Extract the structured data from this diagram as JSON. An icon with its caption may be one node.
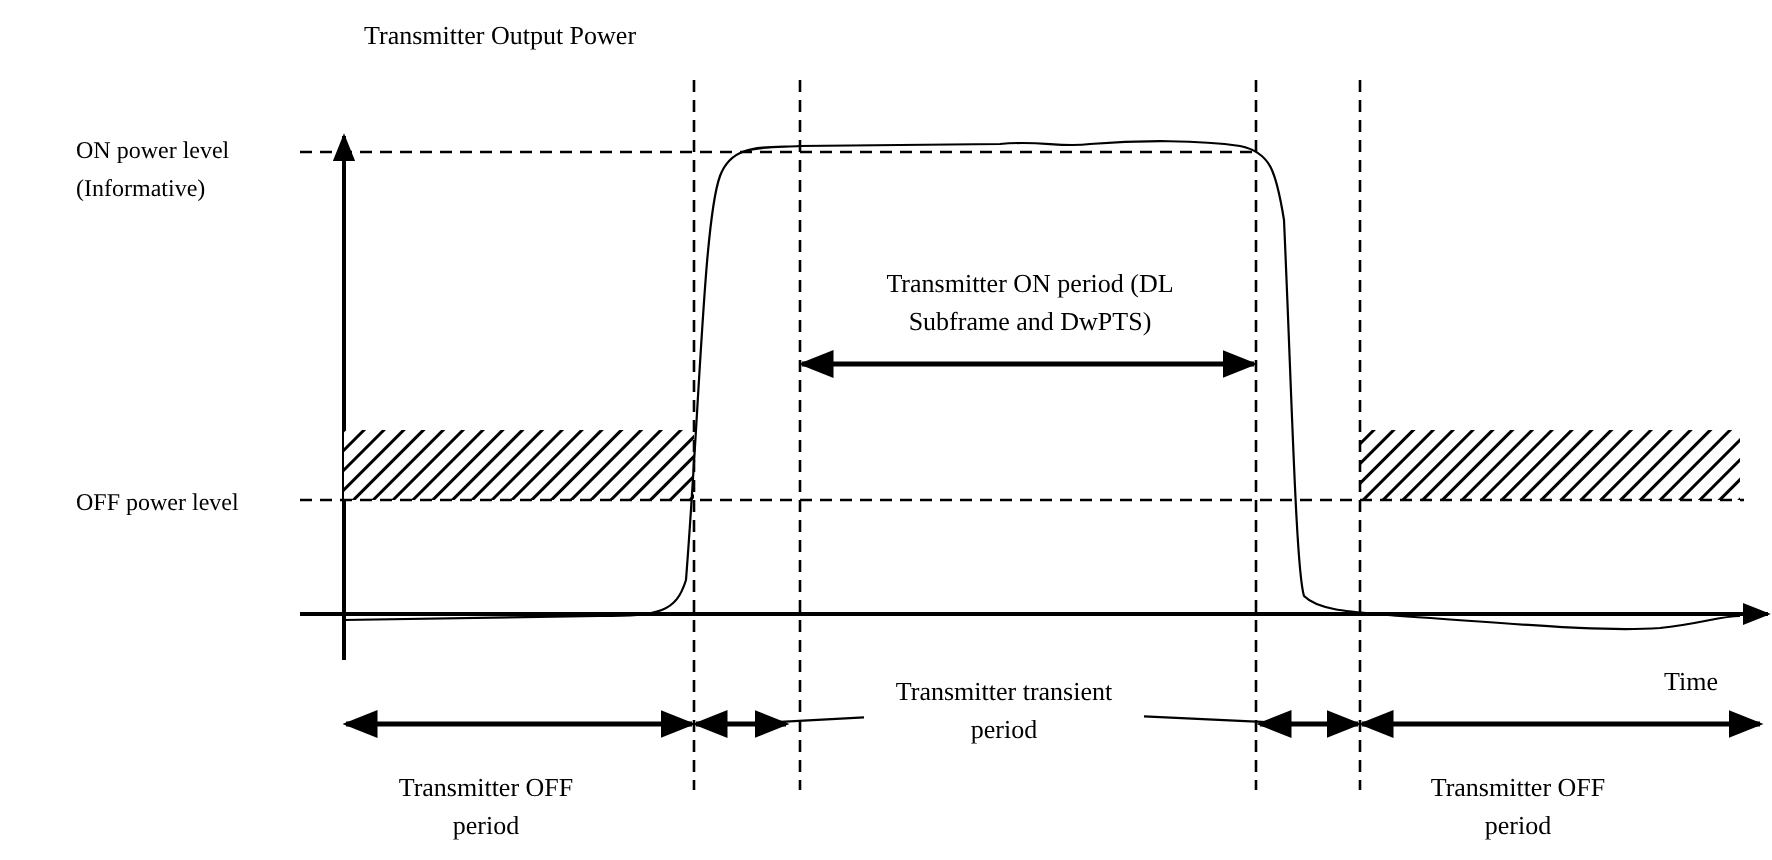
{
  "diagram": {
    "nodes": [
      {
        "text": [
          "Transmitter transient period"
        ]
      },
      {
        "text": [],
        "shape": "arrow"
      },
      {
        "text": [],
        "shape": "arrow"
      }
    ],
    "edges": [
      {
        "from": 0,
        "to": 1,
        "arrow": "none"
      },
      {
        "from": 0,
        "to": 2,
        "arrow": "none"
      }
    ],
    "labels": [
      "Transmitter Output Power",
      "ON power level (Informative)",
      "Transmitter ON period (DL Subframe and DwPTS)",
      "OFF power level",
      "Time",
      "Transmitter OFF period",
      "Transmitter OFF period"
    ]
  }
}
